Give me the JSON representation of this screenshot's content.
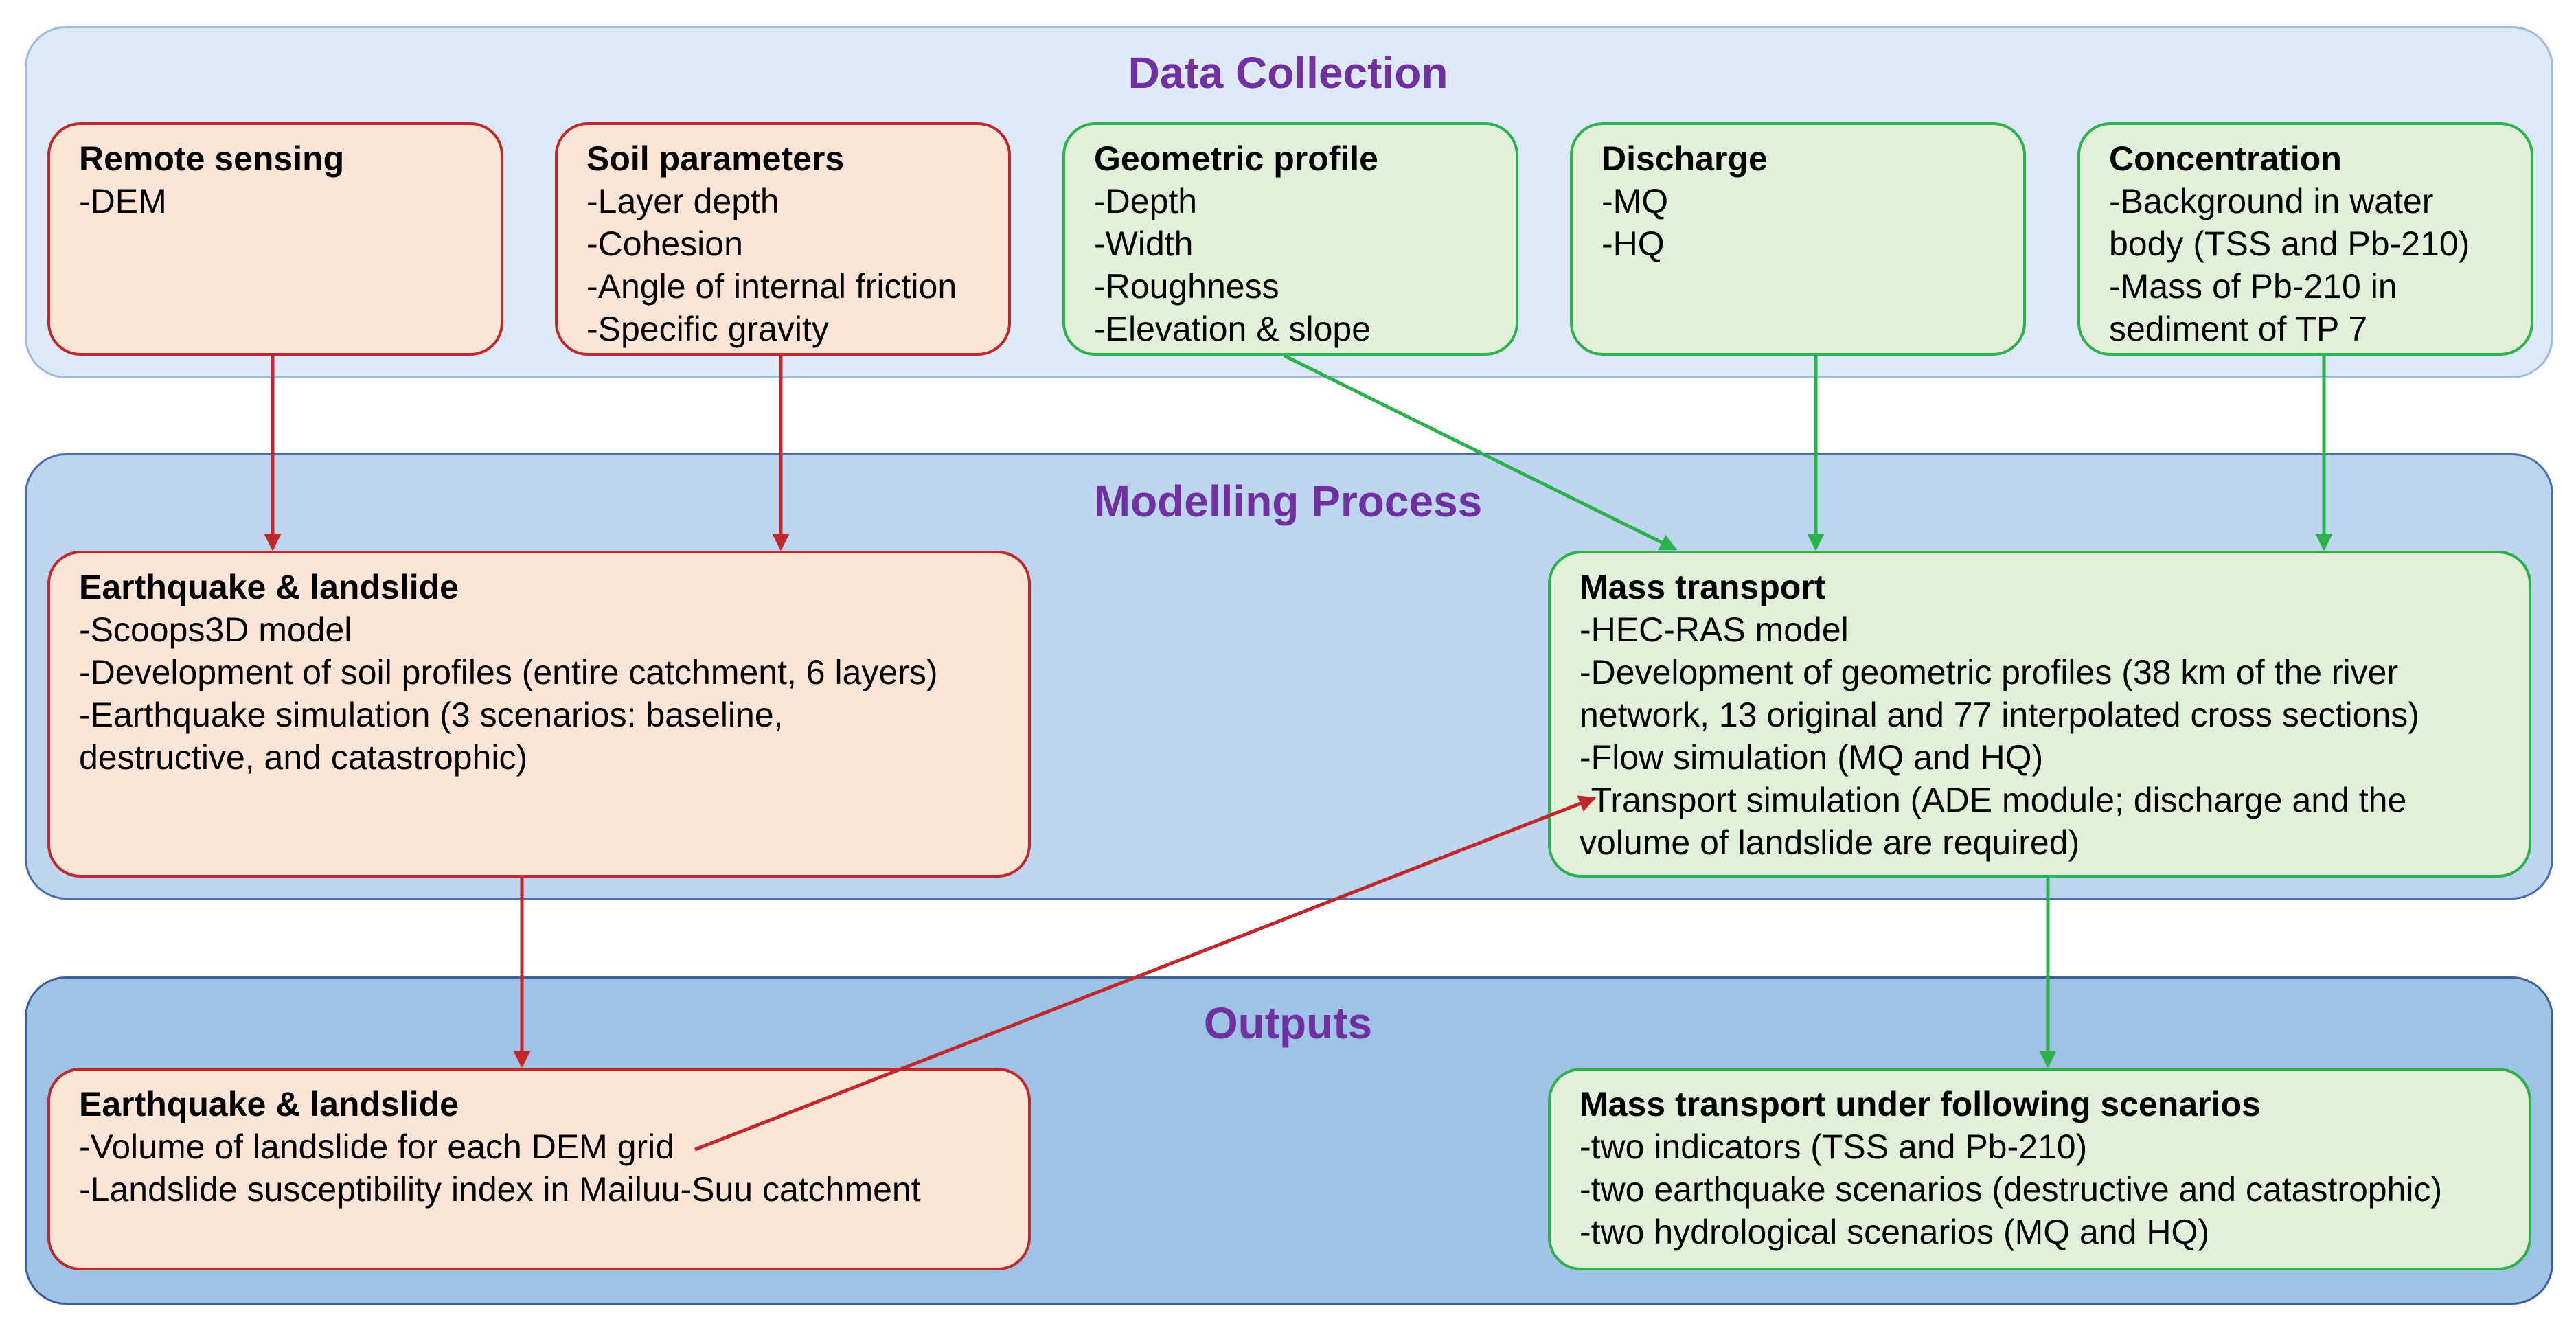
{
  "sections": {
    "data_collection": "Data Collection",
    "modelling_process": "Modelling Process",
    "outputs": "Outputs"
  },
  "colors": {
    "title_purple": "#7030a0",
    "red_border": "#c0282c",
    "red_fill": "#fce4d6",
    "green_border": "#2db14c",
    "green_fill": "#e2f0d9"
  },
  "data_boxes": {
    "remote_sensing": {
      "title": "Remote sensing",
      "lines": [
        "-DEM"
      ]
    },
    "soil_parameters": {
      "title": "Soil parameters",
      "lines": [
        "-Layer depth",
        "-Cohesion",
        "-Angle of internal friction",
        "-Specific gravity"
      ]
    },
    "geometric_profile": {
      "title": "Geometric profile",
      "lines": [
        "-Depth",
        "-Width",
        "-Roughness",
        "-Elevation & slope"
      ]
    },
    "discharge": {
      "title": "Discharge",
      "lines": [
        "-MQ",
        "-HQ"
      ]
    },
    "concentration": {
      "title": "Concentration",
      "lines": [
        "-Background in water",
        "body (TSS and Pb-210)",
        "-Mass of Pb-210 in",
        "sediment of TP 7"
      ]
    }
  },
  "model_boxes": {
    "earthquake_landslide": {
      "title": "Earthquake & landslide",
      "lines": [
        "-Scoops3D model",
        "-Development of soil profiles (entire catchment, 6 layers)",
        "-Earthquake simulation (3 scenarios: baseline,",
        "destructive, and catastrophic)"
      ]
    },
    "mass_transport": {
      "title": "Mass transport",
      "lines": [
        "-HEC-RAS model",
        "-Development of geometric profiles (38 km of the river",
        "network, 13 original and 77 interpolated cross sections)",
        "-Flow simulation (MQ and HQ)",
        "-Transport simulation (ADE module; discharge and the",
        "volume of landslide are required)"
      ]
    }
  },
  "output_boxes": {
    "earthquake_landslide": {
      "title": "Earthquake & landslide",
      "lines": [
        "-Volume of landslide for each DEM grid",
        "-Landslide susceptibility index in Mailuu-Suu catchment"
      ]
    },
    "mass_transport_scenarios": {
      "title": "Mass transport under following scenarios",
      "lines": [
        "-two indicators (TSS and Pb-210)",
        "-two earthquake scenarios (destructive and catastrophic)",
        "-two hydrological scenarios (MQ and HQ)"
      ]
    }
  }
}
